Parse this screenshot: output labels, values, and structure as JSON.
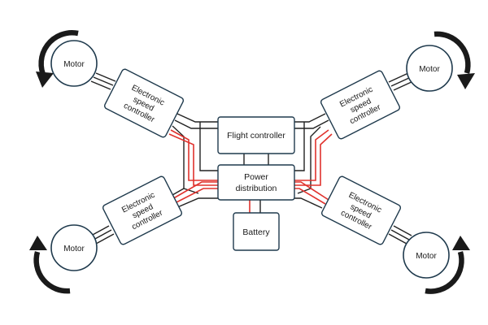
{
  "nodes": {
    "motor_label": "Motor",
    "esc_label_lines": [
      "Electronic",
      "speed",
      "controller"
    ],
    "flight_controller": "Flight controller",
    "power_distribution_lines": [
      "Power",
      "distribution"
    ],
    "battery": "Battery"
  },
  "colors": {
    "signal_wire": "#222222",
    "power_wire": "#e0322d",
    "outline": "#1f3a4d"
  },
  "icons": [
    "rotation-arrow-icon"
  ]
}
